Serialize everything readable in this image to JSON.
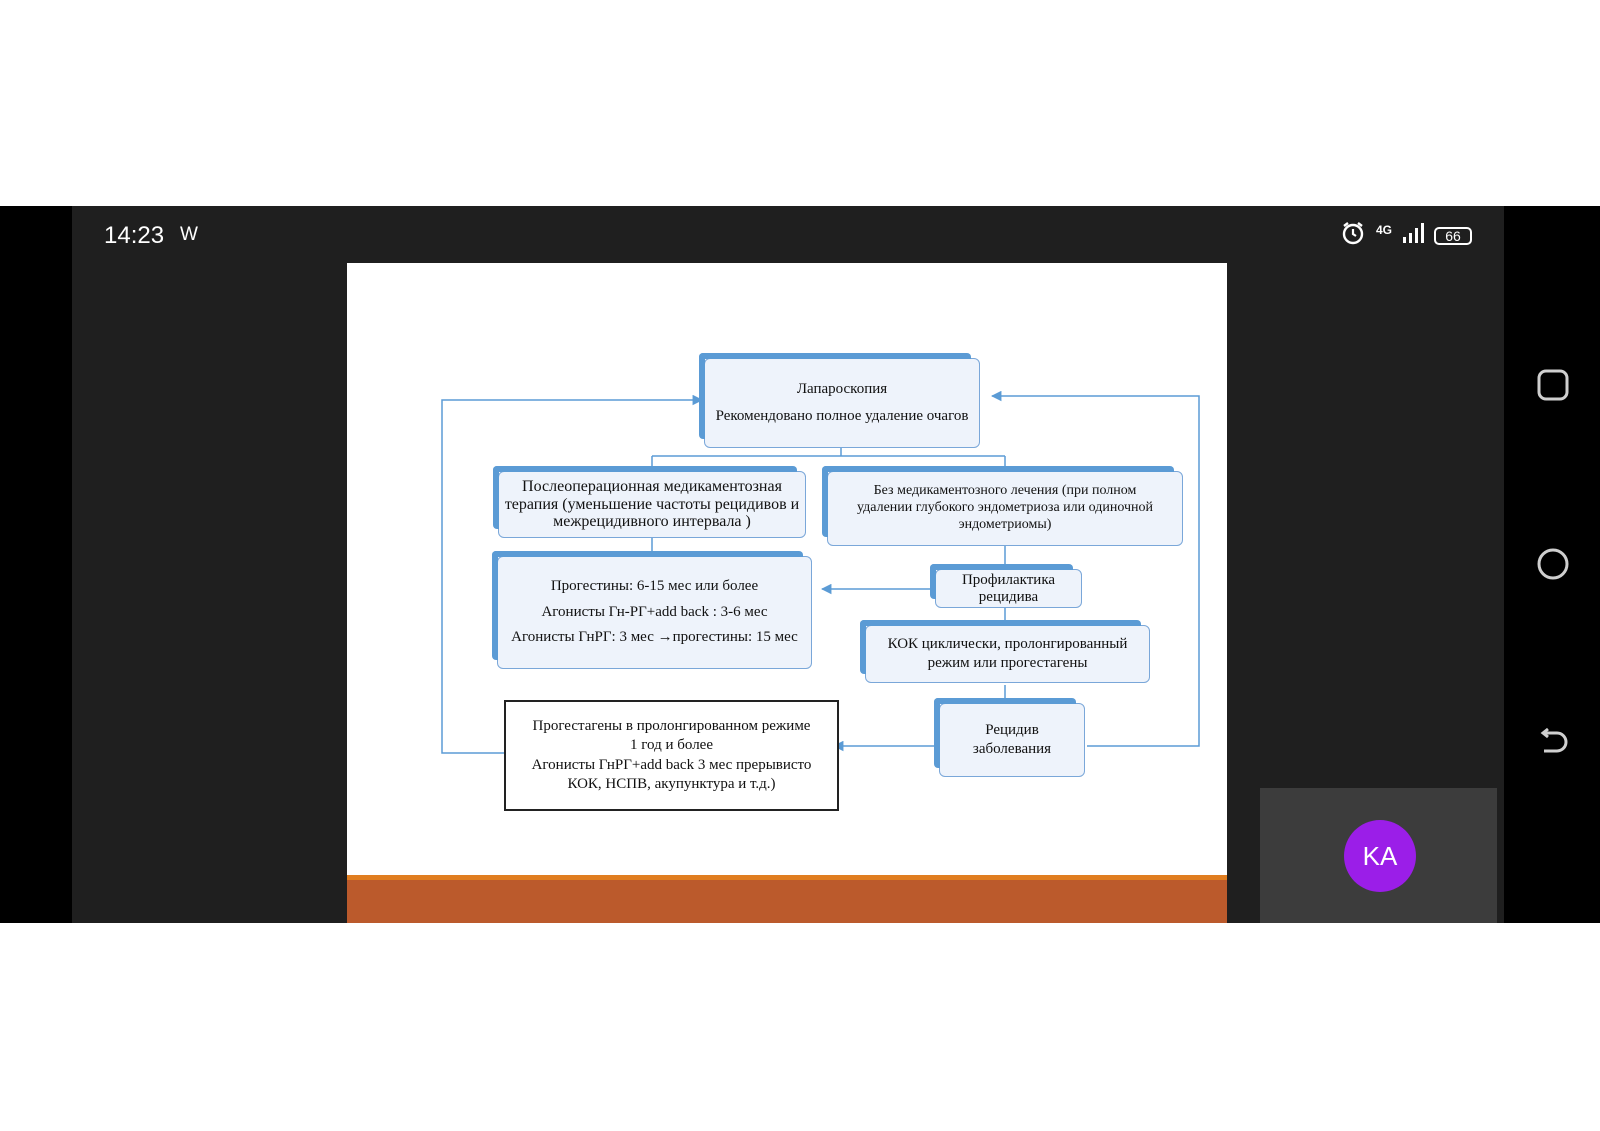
{
  "status_bar": {
    "time": "14:23",
    "app_letter": "W",
    "network": "4G",
    "battery": "66"
  },
  "slide": {
    "box_top": {
      "line1": "Лапароскопия",
      "line2": "Рекомендовано полное удаление очагов"
    },
    "box_postop": {
      "line1": "Послеоперационная медикаментозная",
      "line2": "терапия (уменьшение частоты рецидивов и",
      "line3": "межрецидивного интервала )"
    },
    "box_nomed": {
      "line1": "Без медикаментозного лечения (при полном",
      "line2": "удалении глубокого эндометриоза или одиночной",
      "line3": "эндометриомы)"
    },
    "box_progestins": {
      "line1": "Прогестины: 6-15 мес или более",
      "line2": "Агонисты Гн-РГ+add back : 3-6 мес",
      "line3": "Агонисты ГнРГ: 3 мес →прогестины: 15 мес"
    },
    "box_prevention": {
      "line1": "Профилактика",
      "line2": "рецидива"
    },
    "box_kok": {
      "line1": "КОК циклически, пролонгированный",
      "line2": "режим или прогестагены"
    },
    "box_relapse": {
      "line1": "Рецидив",
      "line2": "заболевания"
    },
    "box_progestagens": {
      "line1": "Прогестагены в пролонгированном режиме",
      "line2": "1 год и более",
      "line3": "Агонисты ГнРГ+add back 3 мес прерывисто",
      "line4": "КОК, НСПВ, акупунктура и т.д.)"
    }
  },
  "participant": {
    "initials": "KA"
  },
  "colors": {
    "accent": "#5b9bd5",
    "slide_bar": "#bb5a2c",
    "avatar": "#9b1ee8"
  }
}
